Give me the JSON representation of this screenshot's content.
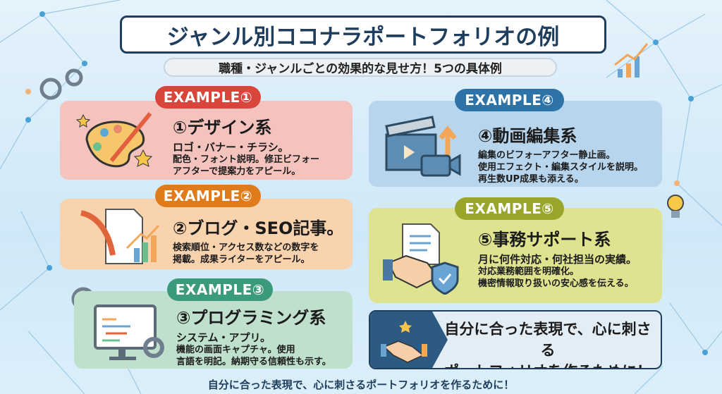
{
  "title": "ジャンル別ココナラポートフォリオの例",
  "subtitle": "職種・ジャンルごとの効果的な見せ方！5つの具体例",
  "examples": [
    {
      "badge": "EXAMPLE①",
      "heading": "①デザイン系",
      "line1": "ロゴ・バナー・チラシ。",
      "line2": "配色・フォント説明。修正ビフォー",
      "line3": "アフターで提案力をアピール。",
      "color": "#d9443b",
      "bg": "#f5c3bd",
      "icon": "palette-icon"
    },
    {
      "badge": "EXAMPLE②",
      "heading": "②ブログ・SEO記事。",
      "line1": "検索順位・アクセス数などの数字を",
      "line2": "掲載。成果ライターをアピール。",
      "color": "#e07b1c",
      "bg": "#f9d2ae",
      "icon": "quill-chart-icon"
    },
    {
      "badge": "EXAMPLE③",
      "heading": "③プログラミング系",
      "line1": "システム・アプリ。",
      "line2": "機能の画面キャプチャ。使用",
      "line3": "言語を明記。納期守る信頼性も示す。",
      "color": "#3c9a7c",
      "bg": "#bfe0cd",
      "icon": "monitor-code-icon"
    },
    {
      "badge": "EXAMPLE④",
      "heading": "④動画編集系",
      "line1": "編集のビフォーアフター静止画。",
      "line2": "使用エフェクト・編集スタイルを説明。",
      "line3": "再生数UP成果も添える。",
      "color": "#2e73a8",
      "bg": "#b7d5ec",
      "icon": "clapperboard-icon"
    },
    {
      "badge": "EXAMPLE⑤",
      "heading": "⑤事務サポート系",
      "line1": "月に何件対応・何社担当の実績。",
      "line2": "対応業務範囲を明確化。",
      "line3": "機密情報取り扱いの安心感を伝える。",
      "color": "#9aa62a",
      "bg": "#dfe38f",
      "icon": "handshake-shield-icon"
    }
  ],
  "summary": {
    "line1": "自分に合った表現で、心に刺さる",
    "line2": "ポートフォリオを作るために！"
  },
  "footer": "自分に合った表現で、心に刺さるポートフォリオを作るために！"
}
